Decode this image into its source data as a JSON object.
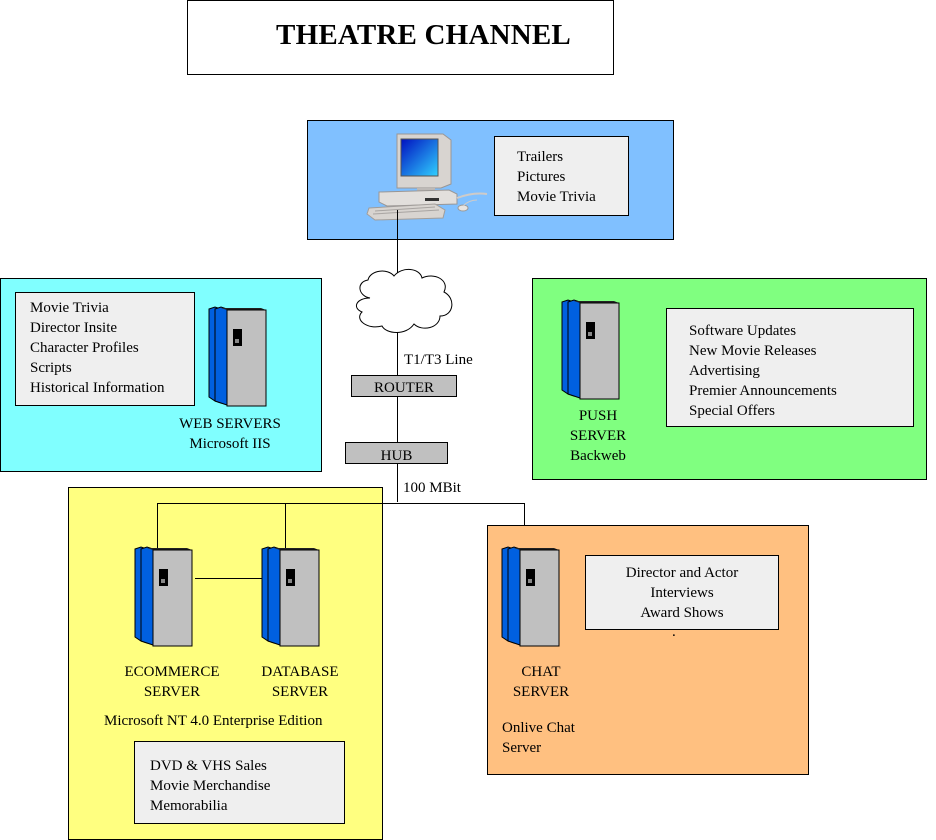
{
  "title": "THEATRE CHANNEL",
  "colors": {
    "client_zone": "#80c0ff",
    "web_zone": "#80ffff",
    "push_zone": "#80ff80",
    "ecommerce_zone": "#ffff80",
    "chat_zone": "#ffc080",
    "info_box": "#efefef",
    "network_device": "#c0c0c0",
    "server_body": "#c0c0c0",
    "server_side": "#0060e0"
  },
  "client": {
    "icon": "desktop-computer-icon",
    "content": [
      "Trailers",
      "Pictures",
      "Movie Trivia"
    ]
  },
  "network": {
    "cloud_icon": "internet-cloud-icon",
    "line_label": "T1/T3 Line",
    "router_label": "ROUTER",
    "hub_label": "HUB",
    "lan_label": "100 MBit"
  },
  "web_servers": {
    "icon": "server-tower-icon",
    "content": [
      "Movie Trivia",
      "Director Insite",
      "Character Profiles",
      "Scripts",
      "Historical Information"
    ],
    "label_lines": [
      "WEB SERVERS",
      "Microsoft IIS"
    ]
  },
  "push_server": {
    "icon": "server-tower-icon",
    "content": [
      "Software Updates",
      "New Movie Releases",
      "Advertising",
      "Premier Announcements",
      "Special Offers"
    ],
    "label_lines": [
      "PUSH",
      "SERVER",
      "Backweb"
    ]
  },
  "ecommerce": {
    "ecommerce_server_label": [
      "ECOMMERCE",
      "SERVER"
    ],
    "database_server_label": [
      "DATABASE",
      "SERVER"
    ],
    "platform": "Microsoft NT 4.0 Enterprise Edition",
    "content": [
      "DVD & VHS Sales",
      "Movie Merchandise",
      "Memorabilia"
    ]
  },
  "chat": {
    "icon": "server-tower-icon",
    "content": [
      "Director and Actor",
      "Interviews",
      "Award Shows"
    ],
    "footnote_mark": ".",
    "label_lines": [
      "CHAT",
      "SERVER"
    ],
    "description_lines": [
      "Onlive Chat",
      "Server"
    ]
  }
}
